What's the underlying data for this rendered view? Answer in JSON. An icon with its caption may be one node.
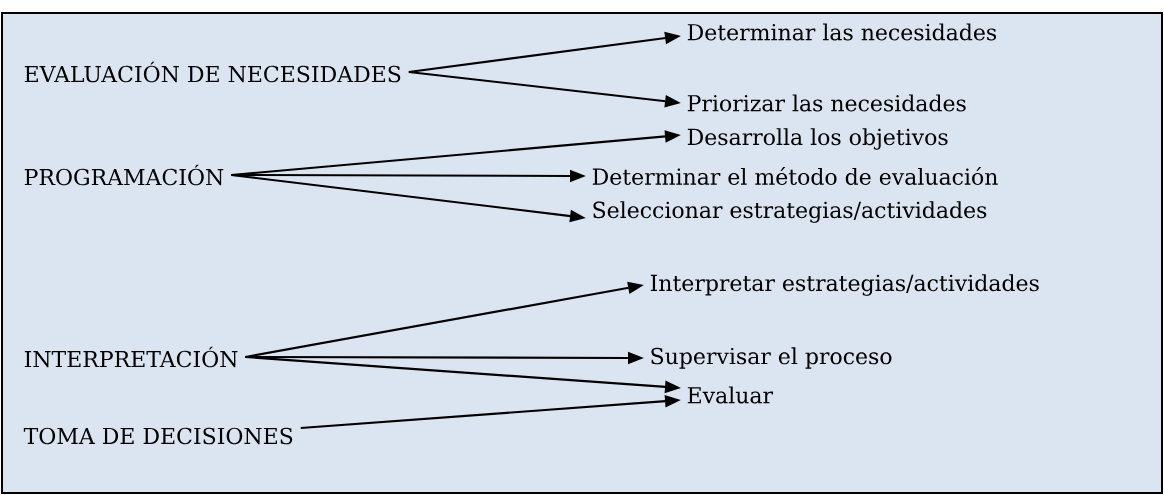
{
  "diagram": {
    "nodes": [
      {
        "text": [
          "EVALUACIÓN DE NECESIDADES"
        ]
      },
      {
        "text": [
          "Determinar las necesidades"
        ]
      },
      {
        "text": [
          "Priorizar las necesidades"
        ]
      },
      {
        "text": [
          "PROGRAMACIÓN"
        ]
      },
      {
        "text": [
          "Desarrolla los objetivos"
        ]
      },
      {
        "text": [
          "Determinar el método de evaluación"
        ]
      },
      {
        "text": [
          "Seleccionar estrategias/actividades"
        ]
      },
      {
        "text": [
          "INTERPRETACIÓN"
        ]
      },
      {
        "text": [
          "Interpretar estrategias/actividades"
        ]
      },
      {
        "text": [
          "Supervisar el proceso"
        ]
      },
      {
        "text": [
          "TOMA DE DECISIONES"
        ]
      },
      {
        "text": [
          "Evaluar"
        ]
      }
    ],
    "edges": [
      {
        "from": 0,
        "to": 1,
        "arrow": "to"
      },
      {
        "from": 0,
        "to": 2,
        "arrow": "to"
      },
      {
        "from": 3,
        "to": 4,
        "arrow": "to"
      },
      {
        "from": 3,
        "to": 5,
        "arrow": "to"
      },
      {
        "from": 3,
        "to": 6,
        "arrow": "to"
      },
      {
        "from": 7,
        "to": 8,
        "arrow": "to"
      },
      {
        "from": 7,
        "to": 9,
        "arrow": "to"
      },
      {
        "from": 7,
        "to": 11,
        "arrow": "to"
      },
      {
        "from": 10,
        "to": 11,
        "arrow": "to"
      }
    ]
  }
}
